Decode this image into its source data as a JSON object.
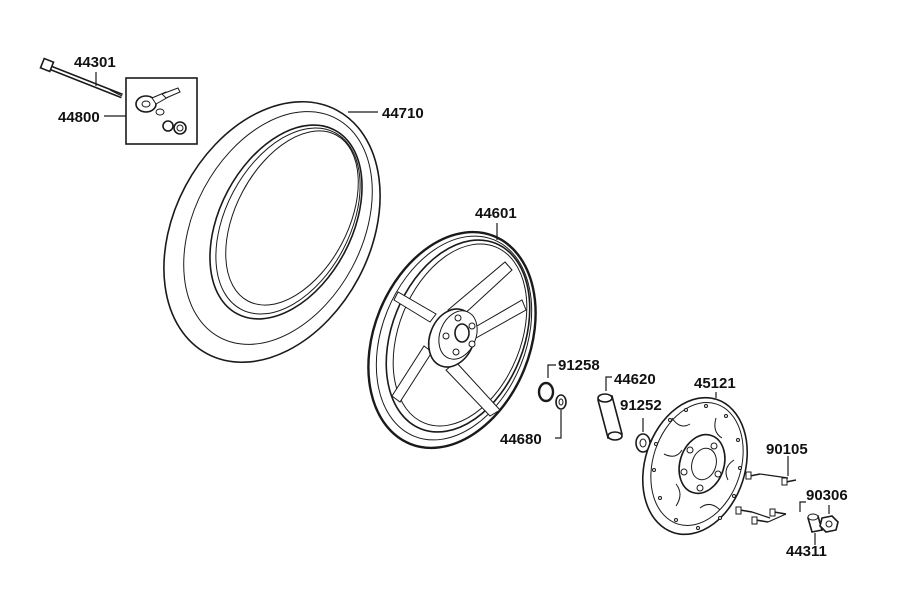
{
  "parts": {
    "p44301": "44301",
    "p44800": "44800",
    "p44710": "44710",
    "p44601": "44601",
    "p91258": "91258",
    "p44620": "44620",
    "p91252": "91252",
    "p44680": "44680",
    "p45121": "45121",
    "p90105": "90105",
    "p90306": "90306",
    "p44311": "44311"
  },
  "colors": {
    "ink": "#1a1a1a",
    "background": "#ffffff"
  }
}
